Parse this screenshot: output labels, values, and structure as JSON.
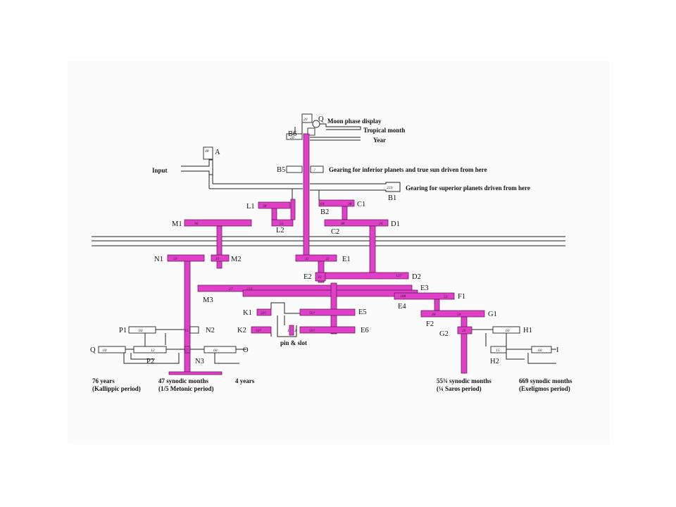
{
  "outputs": {
    "moon_phase": "Moon phase display",
    "tropical_month": "Tropical month",
    "year": "Year",
    "input": "Input",
    "inferior": "Gearing for inferior planets and true sun driven from here",
    "superior": "Gearing for superior planets driven from here",
    "pin_slot": "pin & slot",
    "kallippic_1": "76 years",
    "kallippic_2": "(Kallippic period)",
    "metonic_1": "47 synodic months",
    "metonic_2": "(1/5 Metonic period)",
    "four_years": "4 years",
    "saros_1": "55¾ synodic months",
    "saros_2": "(¼ Saros period)",
    "exeligmos_1": "669 synodic months",
    "exeligmos_2": "(Exeligmos period)"
  },
  "gear_labels": {
    "Q": "Q",
    "B6": "B6",
    "A": "A",
    "B5": "B5",
    "B1": "B1",
    "L1": "L1",
    "L2": "L2",
    "B2": "B2",
    "C1": "C1",
    "C2": "C2",
    "D1": "D1",
    "M1": "M1",
    "N1": "N1",
    "M2": "M2",
    "E1": "E1",
    "E2": "E2",
    "D2": "D2",
    "M3": "M3",
    "E3": "E3",
    "E4": "E4",
    "F1": "F1",
    "K1": "K1",
    "E5": "E5",
    "F2": "F2",
    "G1": "G1",
    "K2": "K2",
    "E6": "E6",
    "P1": "P1",
    "N2": "N2",
    "G2": "G2",
    "H1": "H1",
    "Qb": "Q",
    "O": "O",
    "I": "I",
    "P2": "P2",
    "N3": "N3",
    "H2": "H2"
  },
  "teeth": {
    "q": "20",
    "b6": "20",
    "a": "48",
    "b5": "?",
    "b1": "223",
    "l1": "38",
    "l2": "53",
    "b2": "64",
    "c1": "38",
    "c2": "48",
    "d1": "24",
    "m1": "96",
    "n1": "53",
    "m2": "15",
    "e1": "32",
    "e2": "32",
    "d2": "127",
    "e2b": "32",
    "m3": "27",
    "e3": "223",
    "e4": "188",
    "f1": "53",
    "k1": "50?",
    "e5": "50?",
    "f2": "30",
    "g1": "54",
    "k2": "50?",
    "e6": "50?",
    "pin1": "1",
    "pin2": "3",
    "p1": "60",
    "n2": "15",
    "g2": "20",
    "h1": "60",
    "q2": "60",
    "p2": "12",
    "n3": "57",
    "o": "60",
    "h2": "15",
    "i": "60"
  },
  "colors": {
    "driven": "#e040c8",
    "gear": "#ffffff",
    "line": "#222222"
  }
}
